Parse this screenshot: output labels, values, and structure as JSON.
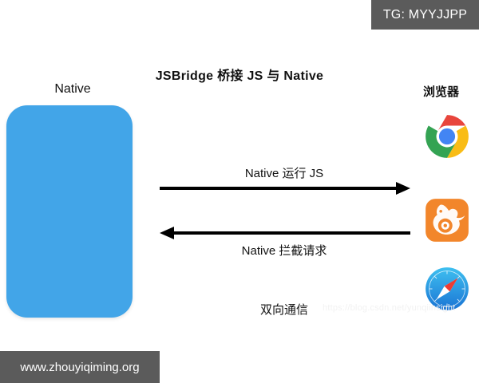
{
  "badge": {
    "label": "TG: MYYJJPP"
  },
  "footer": {
    "url": "www.zhouyiqiming.org"
  },
  "diagram": {
    "title": "JSBridge 桥接 JS 与 Native",
    "native_label": "Native",
    "browser_label": "浏览器",
    "arrows": [
      {
        "label": "Native 运行 JS",
        "direction": "right"
      },
      {
        "label": "Native 拦截请求",
        "direction": "left"
      }
    ],
    "summary_label": "双向通信"
  },
  "browsers": [
    {
      "name": "chrome-icon",
      "label": "Chrome"
    },
    {
      "name": "uc-browser-icon",
      "label": "UC Browser"
    },
    {
      "name": "safari-icon",
      "label": "Safari"
    }
  ],
  "watermark": {
    "text": "https://blog.csdn.net/yunqiinsight"
  },
  "colors": {
    "phone_blue": "#42a5e8",
    "badge_gray": "#5b5b5b",
    "arrow_black": "#000000",
    "background": "#ffffff"
  }
}
